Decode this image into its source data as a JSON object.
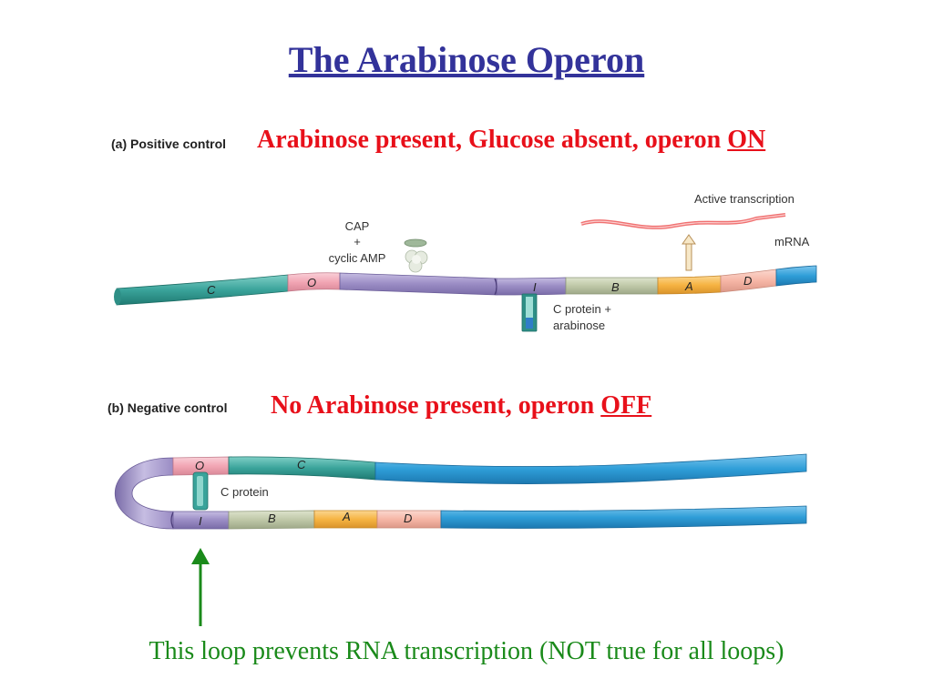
{
  "title": "The Arabinose Operon",
  "panel_a": {
    "label": "(a) Positive control",
    "headline_prefix": "Arabinose present, Glucose absent, operon ",
    "headline_state": "ON",
    "cap_line1": "CAP",
    "cap_line2": "+",
    "cap_line3": "cyclic AMP",
    "active_transcription": "Active transcription",
    "mrna": "mRNA",
    "c_protein_line1": "C protein +",
    "c_protein_line2": "arabinose",
    "segments": {
      "c": "C",
      "o": "O",
      "i": "I",
      "b": "B",
      "a": "A",
      "d": "D"
    }
  },
  "panel_b": {
    "label": "(b) Negative control",
    "headline_prefix": "No Arabinose present, operon ",
    "headline_state": "OFF",
    "c_protein": "C protein",
    "segments": {
      "o": "O",
      "c": "C",
      "i": "I",
      "b": "B",
      "a": "A",
      "d": "D"
    }
  },
  "footer": "This loop prevents RNA transcription (NOT true for all loops)",
  "colors": {
    "title": "#33339a",
    "headline": "#e8101a",
    "footer": "#1a8a1a",
    "teal": "#3aa39a",
    "pink": "#f2a6b4",
    "purple": "#9a8cc4",
    "sage": "#bfc8a8",
    "orange": "#f6b443",
    "salmon": "#f6b6a6",
    "blue": "#2f9ed8",
    "mrna": "#f07070"
  }
}
